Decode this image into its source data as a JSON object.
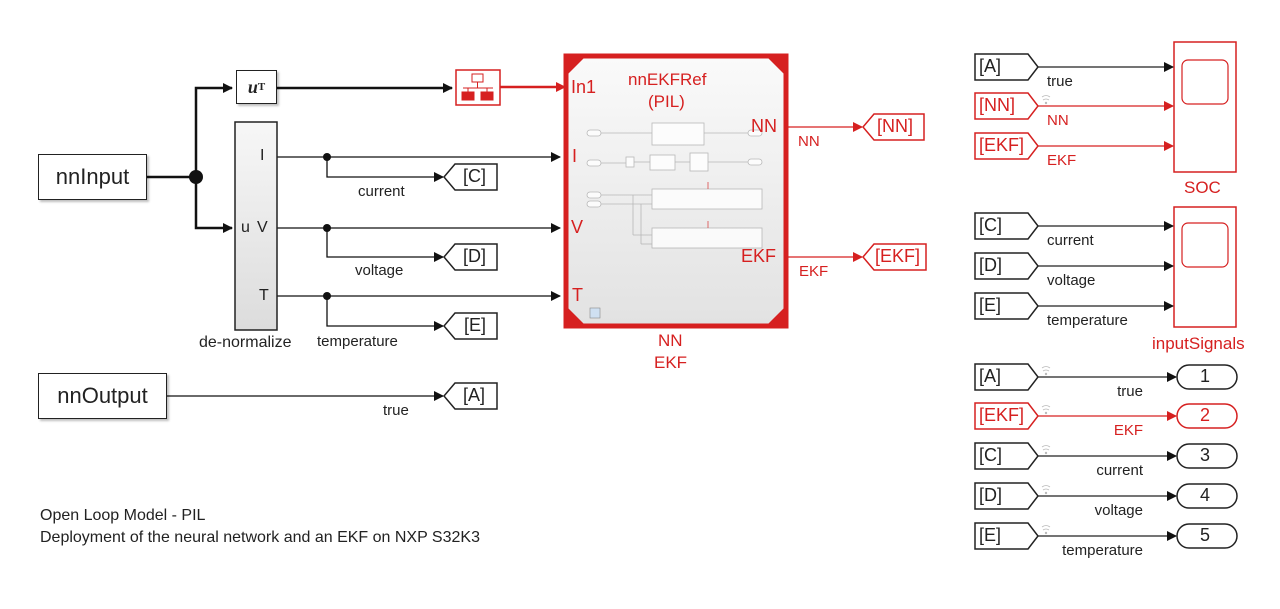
{
  "colors": {
    "wire": "#222222",
    "highlight": "#d62020",
    "block_fill": "#ffffff",
    "subsystem_fill": "#eeeeee"
  },
  "blocks": {
    "nn_input": "nnInput",
    "nn_output": "nnOutput",
    "transpose": {
      "base": "u",
      "sup": "T"
    },
    "denormalize": {
      "label": "de-normalize",
      "ports_in": [
        "u"
      ],
      "ports_out": [
        "I",
        "V",
        "T"
      ]
    },
    "rate_transition_icon": "hierarchy-icon",
    "pil_block": {
      "title_line1": "nnEKFRef",
      "title_line2": "(PIL)",
      "inports": [
        "In1",
        "I",
        "V",
        "T"
      ],
      "outports": [
        "NN",
        "EKF"
      ],
      "caption_line1": "NN",
      "caption_line2": "EKF"
    },
    "scope_soc": "SOC",
    "scope_inputs": "inputSignals"
  },
  "signals": {
    "current": "current",
    "voltage": "voltage",
    "temperature": "temperature",
    "true": "true",
    "nn": "NN",
    "ekf": "EKF"
  },
  "goto_tags": [
    "[C]",
    "[D]",
    "[E]",
    "[A]",
    "[NN]",
    "[EKF]"
  ],
  "from_soc": [
    {
      "tag": "[A]",
      "signal": "true",
      "highlight": false
    },
    {
      "tag": "[NN]",
      "signal": "NN",
      "highlight": true
    },
    {
      "tag": "[EKF]",
      "signal": "EKF",
      "highlight": true
    }
  ],
  "from_inputs": [
    {
      "tag": "[C]",
      "signal": "current"
    },
    {
      "tag": "[D]",
      "signal": "voltage"
    },
    {
      "tag": "[E]",
      "signal": "temperature"
    }
  ],
  "outports": [
    {
      "tag": "[A]",
      "signal": "true",
      "port": "1",
      "highlight": false
    },
    {
      "tag": "[EKF]",
      "signal": "EKF",
      "port": "2",
      "highlight": true
    },
    {
      "tag": "[C]",
      "signal": "current",
      "port": "3",
      "highlight": false
    },
    {
      "tag": "[D]",
      "signal": "voltage",
      "port": "4",
      "highlight": false
    },
    {
      "tag": "[E]",
      "signal": "temperature",
      "port": "5",
      "highlight": false
    }
  ],
  "annotation": {
    "line1": "Open Loop Model - PIL",
    "line2": "Deployment of the neural network and an EKF on NXP S32K3"
  }
}
